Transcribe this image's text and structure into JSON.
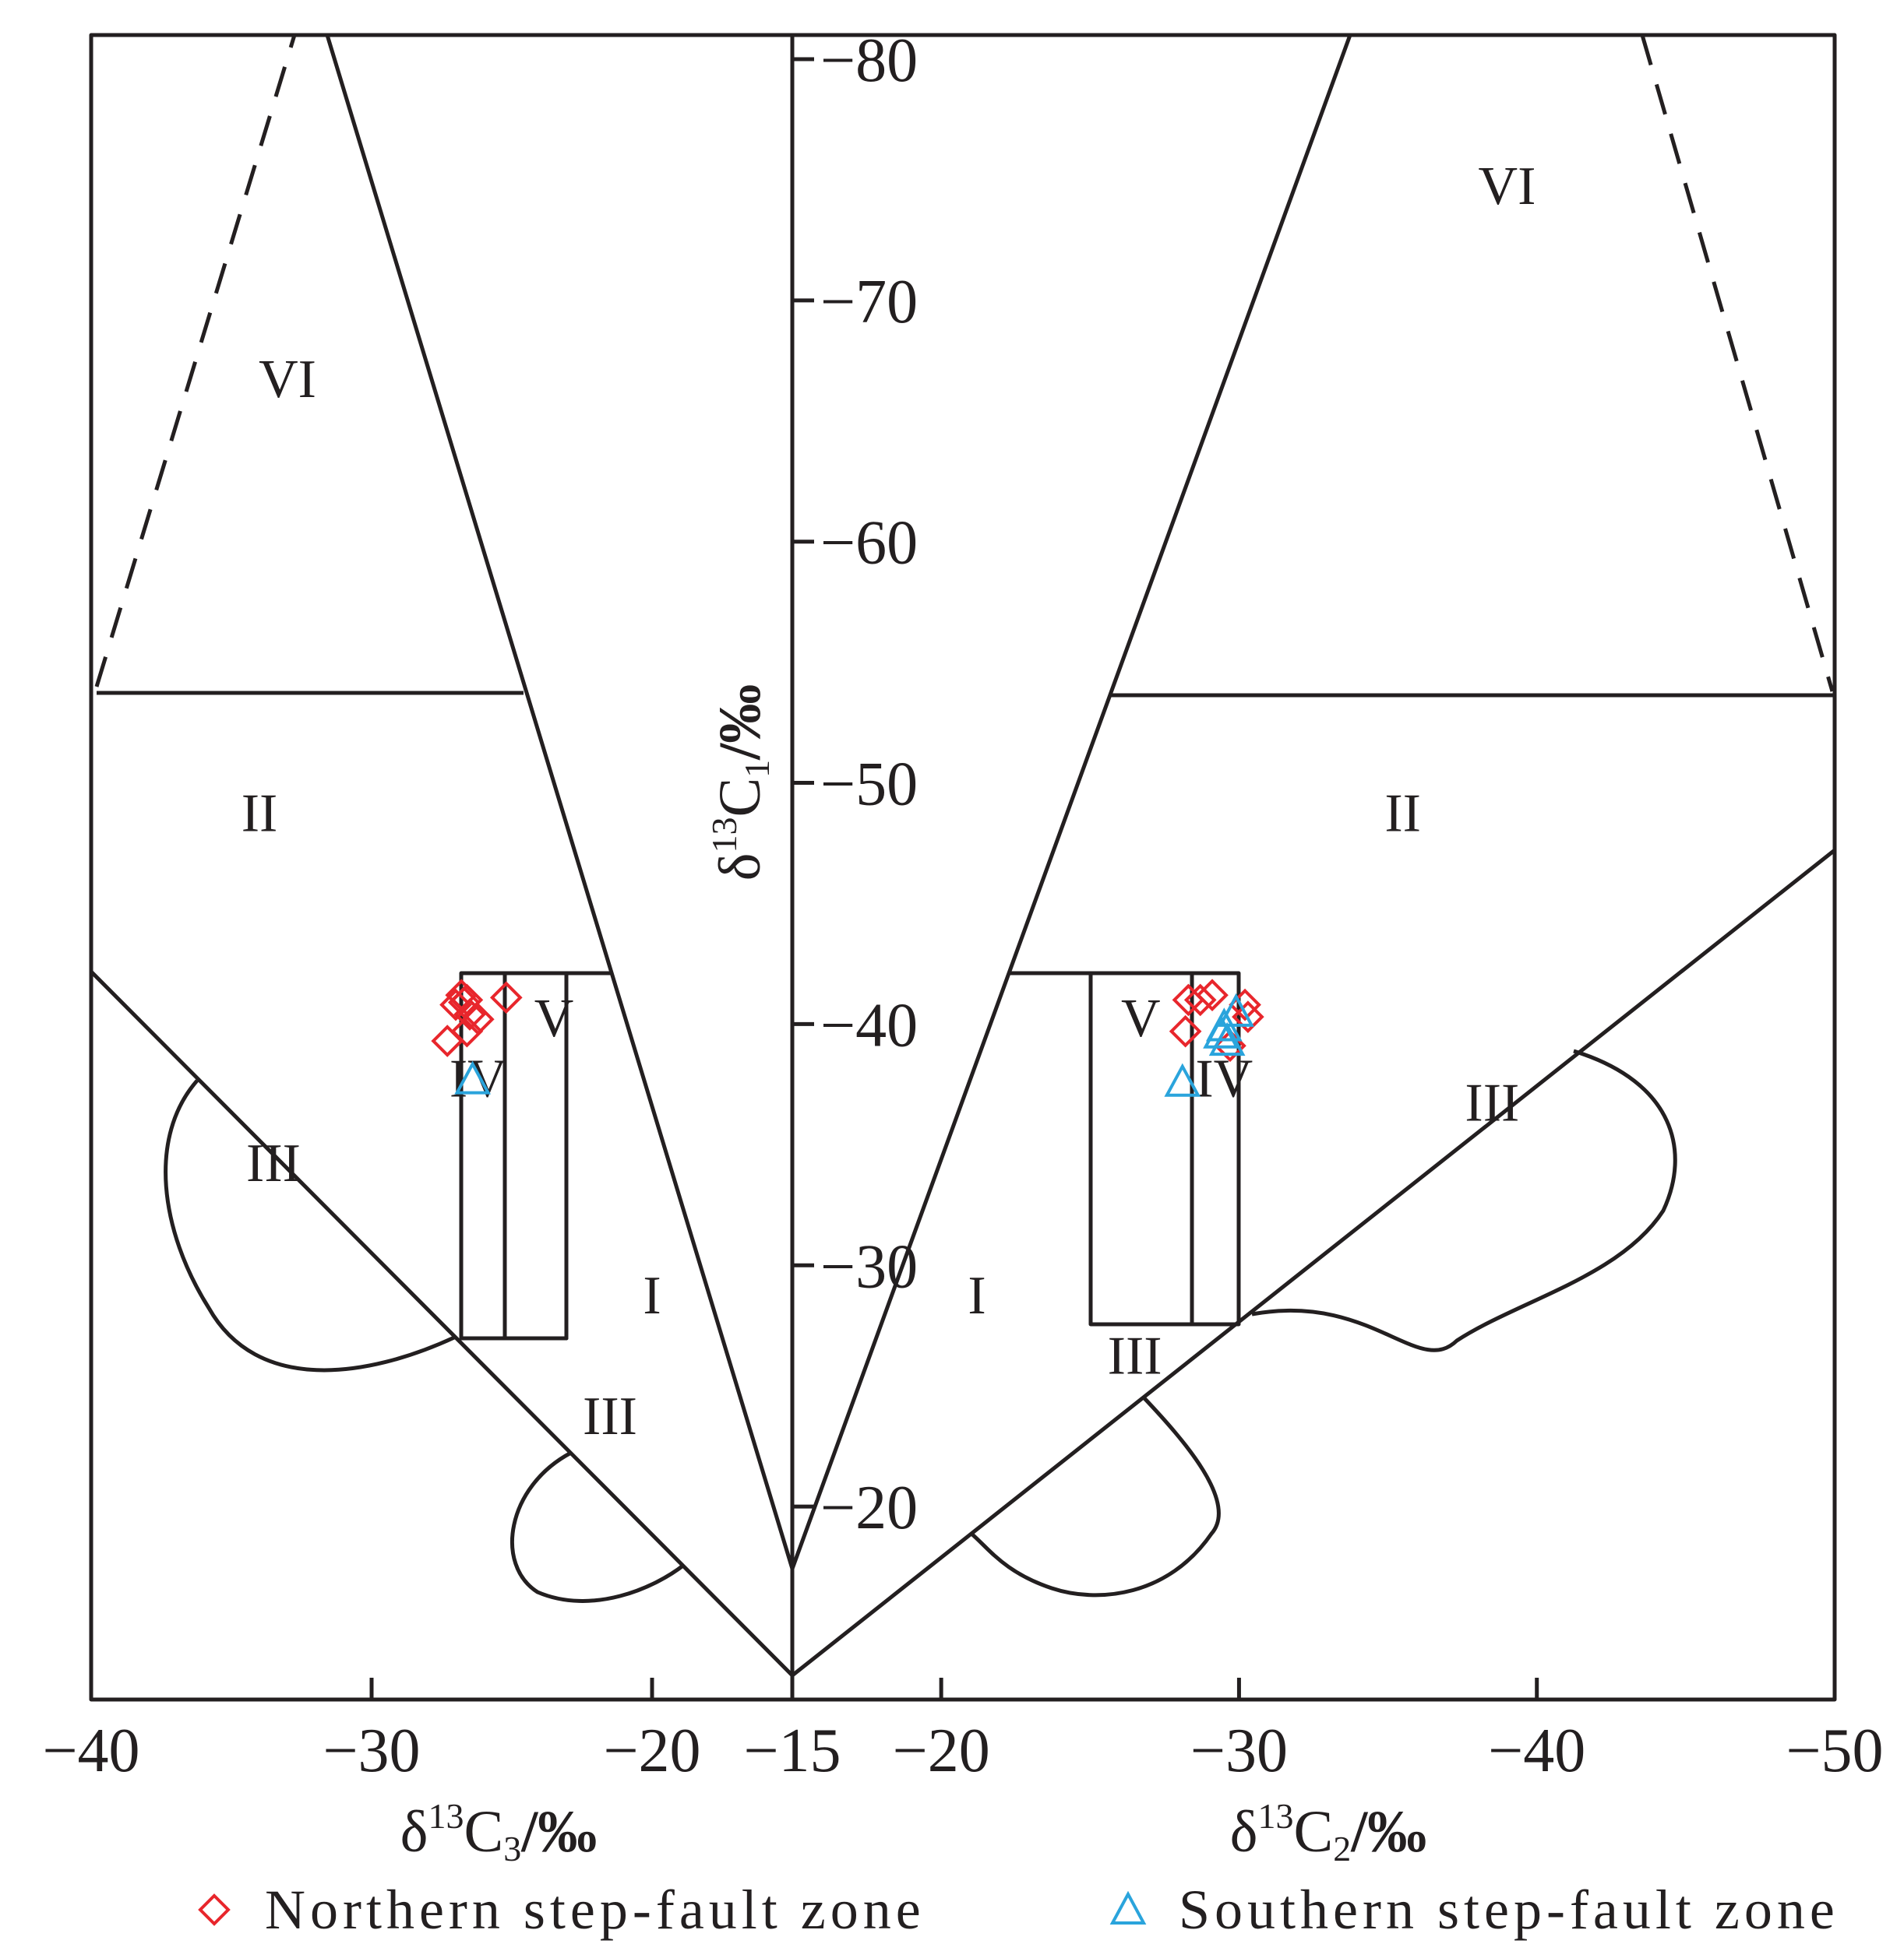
{
  "chart_data": {
    "type": "scatter",
    "title": "",
    "left_panel": {
      "xlabel": {
        "prefix": "δ",
        "sup": "13",
        "main": "C",
        "sub": "3",
        "unit": "/‰"
      },
      "xlim": [
        -40,
        -15
      ],
      "x_ticks": [
        -40,
        -30,
        -20,
        -15
      ],
      "tick_labels": [
        "−40",
        "−30",
        "−20",
        "−15"
      ]
    },
    "right_panel": {
      "xlabel": {
        "prefix": "δ",
        "sup": "13",
        "main": "C",
        "sub": "2",
        "unit": "/‰"
      },
      "xlim": [
        -15,
        -50
      ],
      "x_ticks": [
        -20,
        -30,
        -40,
        -50
      ],
      "tick_labels": [
        "−20",
        "−30",
        "−40",
        "−50"
      ]
    },
    "y_axis": {
      "ylabel": {
        "prefix": "δ",
        "sup": "13",
        "main": "C",
        "sub": "1",
        "unit": "/‰"
      },
      "ylim": [
        -12,
        -81
      ],
      "y_ticks": [
        -80,
        -70,
        -60,
        -50,
        -40,
        -30,
        -20
      ],
      "tick_labels": [
        "−80",
        "−70",
        "−60",
        "−50",
        "−40",
        "−30",
        "−20"
      ]
    },
    "zones": [
      {
        "label": "VI",
        "panel": "left",
        "x": -33,
        "y": -66
      },
      {
        "label": "II",
        "panel": "left",
        "x": -34,
        "y": -48
      },
      {
        "label": "V",
        "panel": "left",
        "x": -23.5,
        "y": -39.5
      },
      {
        "label": "IV",
        "panel": "left",
        "x": -26.2,
        "y": -37
      },
      {
        "label": "III",
        "panel": "left",
        "x": -33.5,
        "y": -33.5
      },
      {
        "label": "III",
        "panel": "left",
        "x": -21.5,
        "y": -23
      },
      {
        "label": "I",
        "panel": "left",
        "x": -20,
        "y": -28
      },
      {
        "label": "VI",
        "panel": "right",
        "x": -39,
        "y": -74
      },
      {
        "label": "II",
        "panel": "right",
        "x": -35.5,
        "y": -48
      },
      {
        "label": "V",
        "panel": "right",
        "x": -26.7,
        "y": -39.5
      },
      {
        "label": "IV",
        "panel": "right",
        "x": -29.5,
        "y": -37
      },
      {
        "label": "III",
        "panel": "right",
        "x": -38.5,
        "y": -36
      },
      {
        "label": "III",
        "panel": "right",
        "x": -26.5,
        "y": -25.5
      },
      {
        "label": "I",
        "panel": "right",
        "x": -21.2,
        "y": -28
      }
    ],
    "series": [
      {
        "name": "Northern step-fault zone",
        "marker": "diamond",
        "color": "#e8262c",
        "left_points": [
          {
            "x": -26.8,
            "y": -41.2
          },
          {
            "x": -26.6,
            "y": -41.0
          },
          {
            "x": -27.0,
            "y": -40.8
          },
          {
            "x": -26.5,
            "y": -40.4
          },
          {
            "x": -26.2,
            "y": -40.2
          },
          {
            "x": -25.2,
            "y": -41.1
          },
          {
            "x": -26.6,
            "y": -39.7
          },
          {
            "x": -27.3,
            "y": -39.3
          },
          {
            "x": -26.7,
            "y": -40.9
          }
        ],
        "right_points": [
          {
            "x": -28.3,
            "y": -41.0
          },
          {
            "x": -28.7,
            "y": -41.0
          },
          {
            "x": -29.1,
            "y": -41.2
          },
          {
            "x": -28.2,
            "y": -39.7
          },
          {
            "x": -30.2,
            "y": -40.8
          },
          {
            "x": -30.3,
            "y": -40.3
          },
          {
            "x": -29.7,
            "y": -39.1
          }
        ]
      },
      {
        "name": "Southern step-fault zone",
        "marker": "triangle",
        "color": "#2aa4dc",
        "left_points": [
          {
            "x": -26.4,
            "y": -37.7
          }
        ],
        "right_points": [
          {
            "x": -28.1,
            "y": -37.6
          },
          {
            "x": -29.5,
            "y": -39.9
          },
          {
            "x": -29.9,
            "y": -40.5
          },
          {
            "x": -29.6,
            "y": -39.3
          },
          {
            "x": -29.4,
            "y": -39.6
          }
        ]
      }
    ],
    "legend": {
      "position": "bottom"
    }
  }
}
